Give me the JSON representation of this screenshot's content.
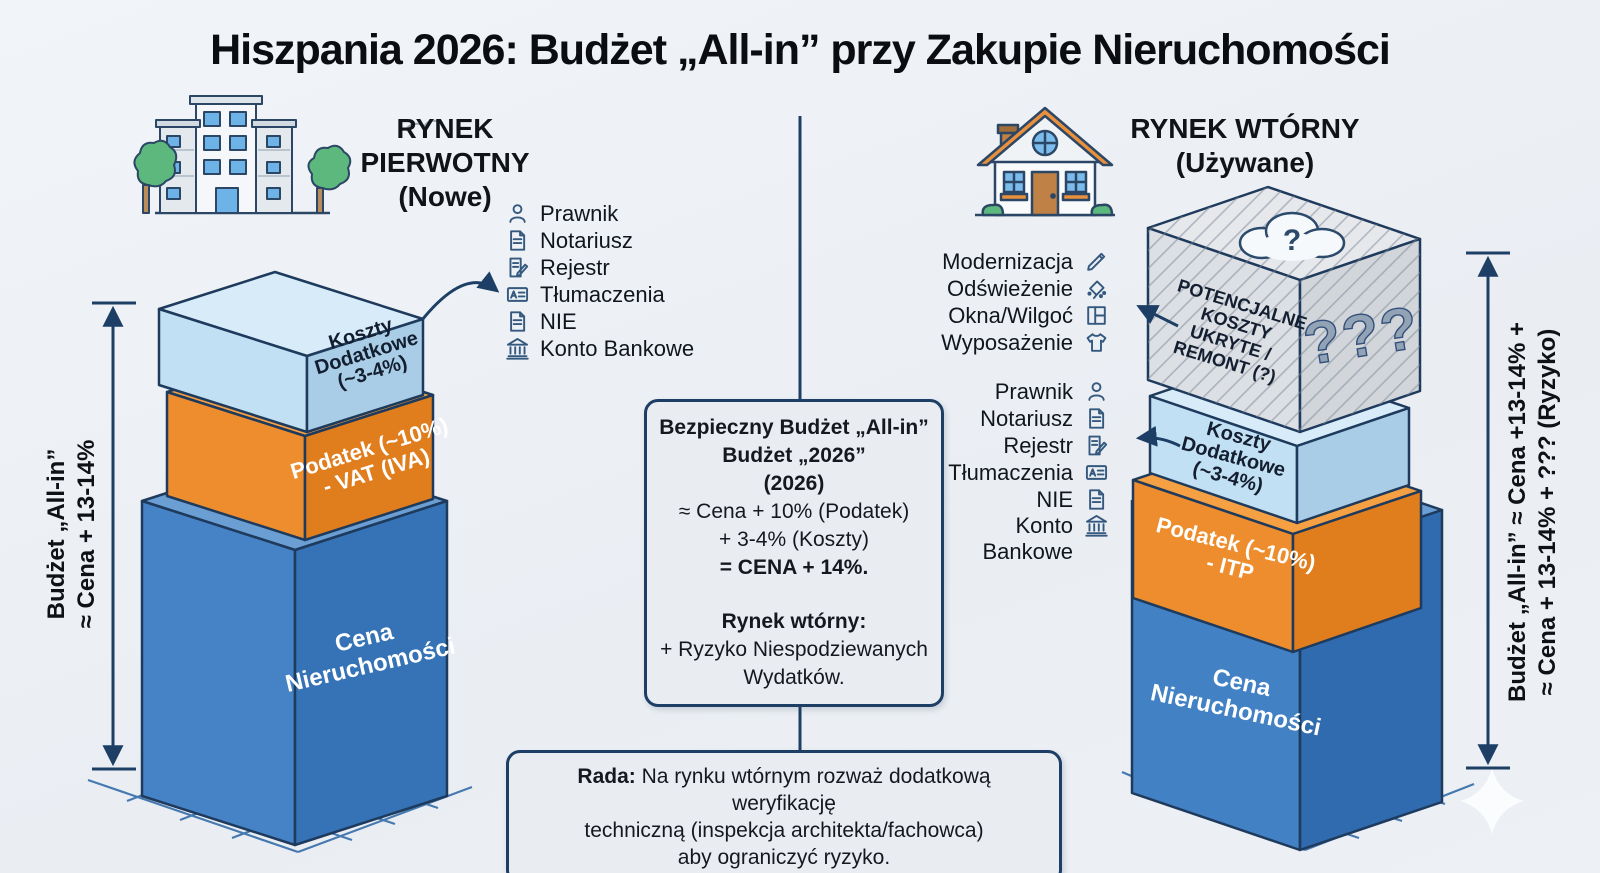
{
  "title": "Hiszpania 2026: Budżet „All-in” przy Zakupie Nieruchomości",
  "colors": {
    "navy_line": "#1d3f66",
    "blue_block": "#3a78c0",
    "orange_block": "#ec8a2b",
    "lightblue_block": "#bcdcf0",
    "gray_block": "#dcdfe4",
    "grid_blue": "#4579b0"
  },
  "left": {
    "heading": "RYNEK PIERWOTNY",
    "subheading": "(Nowe)",
    "icon": "apartment-building",
    "measure": {
      "line1": "Budżet „All-in”",
      "line2": "≈ Cena + 13-14%"
    },
    "stack": {
      "base": {
        "lines": [
          "Cena",
          "Nieruchomości"
        ]
      },
      "tax": {
        "lines": [
          "Podatek (~10%)",
          "- VAT (IVA)"
        ]
      },
      "costs": {
        "lines": [
          "Koszty",
          "Dodatkowe",
          "(~3-4%)"
        ]
      }
    },
    "services": [
      {
        "icon": "person-icon",
        "label": "Prawnik"
      },
      {
        "icon": "document-icon",
        "label": "Notariusz"
      },
      {
        "icon": "document-pen-icon",
        "label": "Rejestr"
      },
      {
        "icon": "translate-icon",
        "label": "Tłumaczenia"
      },
      {
        "icon": "document-icon",
        "label": "NIE"
      },
      {
        "icon": "bank-icon",
        "label": "Konto Bankowe"
      }
    ]
  },
  "right": {
    "heading": "RYNEK WTÓRNY",
    "subheading": "(Używane)",
    "icon": "house",
    "measure": {
      "line1": "Budżet „All-in” ≈ Cena +13-14% +",
      "line2": "≈ Cena + 13-14% + ??? (Ryzyko)"
    },
    "renovation_items": [
      {
        "icon": "pencil-icon",
        "label": "Modernizacja"
      },
      {
        "icon": "paint-icon",
        "label": "Odświeżenie"
      },
      {
        "icon": "window-icon",
        "label": "Okna/Wilgoć"
      },
      {
        "icon": "shirt-icon",
        "label": "Wyposażenie"
      }
    ],
    "services": [
      {
        "icon": "person-icon",
        "label": "Prawnik"
      },
      {
        "icon": "document-icon",
        "label": "Notariusz"
      },
      {
        "icon": "document-pen-icon",
        "label": "Rejestr"
      },
      {
        "icon": "translate-icon",
        "label": "Tłumaczenia"
      },
      {
        "icon": "document-icon",
        "label": "NIE"
      },
      {
        "icon": "bank-icon",
        "label": "Konto Bankowe"
      }
    ],
    "stack": {
      "base": {
        "lines": [
          "Cena",
          "Nieruchomości"
        ]
      },
      "tax": {
        "lines": [
          "Podatek (~10%)",
          "- ITP"
        ]
      },
      "costs": {
        "lines": [
          "Koszty",
          "Dodatkowe",
          "(~3-4%)"
        ]
      },
      "hidden": {
        "lines": [
          "POTENCJALNE",
          "KOSZTY",
          "UKRYTE /",
          "REMONT (?)"
        ],
        "question_marks": "???",
        "cloud_mark": "?"
      }
    }
  },
  "center_box": {
    "line1": "Bezpieczny Budżet „All-in”",
    "line2": "Budżet „2026”",
    "line3": "(2026)",
    "line4": "≈ Cena + 10% (Podatek)",
    "line5": "+ 3-4% (Koszty)",
    "line6": "= CENA + 14%.",
    "line7": "Rynek wtórny:",
    "line8": "+ Ryzyko Niespodziewanych",
    "line9": "Wydatków."
  },
  "advice_box": {
    "label": "Rada:",
    "line1": "Na rynku wtórnym rozważ dodatkową weryfikację",
    "line2": "techniczną (inspekcja architekta/fachowca)",
    "line3": "aby ograniczyć ryzyko."
  }
}
